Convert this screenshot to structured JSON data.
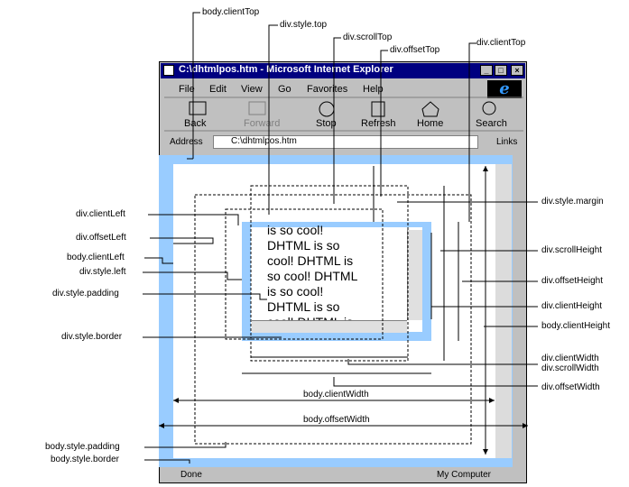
{
  "window": {
    "title": "C:\\dhtmlpos.htm - Microsoft Internet Explorer",
    "min_btn": "_",
    "max_btn": "□",
    "close_btn": "×"
  },
  "menu": [
    "File",
    "Edit",
    "View",
    "Go",
    "Favorites",
    "Help"
  ],
  "toolbar": [
    "Back",
    "Forward",
    "Stop",
    "Refresh",
    "Home",
    "Search"
  ],
  "address": {
    "label": "Address",
    "value": "C:\\dhtmlpos.htm",
    "links": "Links"
  },
  "div_text": "is so cool!\nDHTML is so\ncool! DHTML is\nso cool! DHTML\nis so cool!\nDHTML is so\ncool! DHTML is",
  "status": {
    "left": "Done",
    "right": "My Computer"
  },
  "labels": {
    "body_clientTop": "body.clientTop",
    "div_style_top": "div.style.top",
    "div_scrollTop": "div.scrollTop",
    "div_offsetTop": "div.offsetTop",
    "div_clientTop": "div.clientTop",
    "div_style_margin": "div.style.margin",
    "div_scrollHeight": "div.scrollHeight",
    "div_offsetHeight": "div.offsetHeight",
    "div_clientHeight": "div.clientHeight",
    "body_clientHeight": "body.clientHeight",
    "div_clientWidth": "div.clientWidth",
    "div_scrollWidth": "div.scrollWidth",
    "div_offsetWidth": "div.offsetWidth",
    "div_clientLeft": "div.clientLeft",
    "div_offsetLeft": "div.offsetLeft",
    "body_clientLeft": "body.clientLeft",
    "div_style_left": "div.style.left",
    "div_style_padding": "div.style.padding",
    "div_style_border": "div.style.border",
    "body_clientWidth": "body.clientWidth",
    "body_offsetWidth": "body.offsetWidth",
    "body_style_padding": "body.style.padding",
    "body_style_border": "body.style.border"
  }
}
